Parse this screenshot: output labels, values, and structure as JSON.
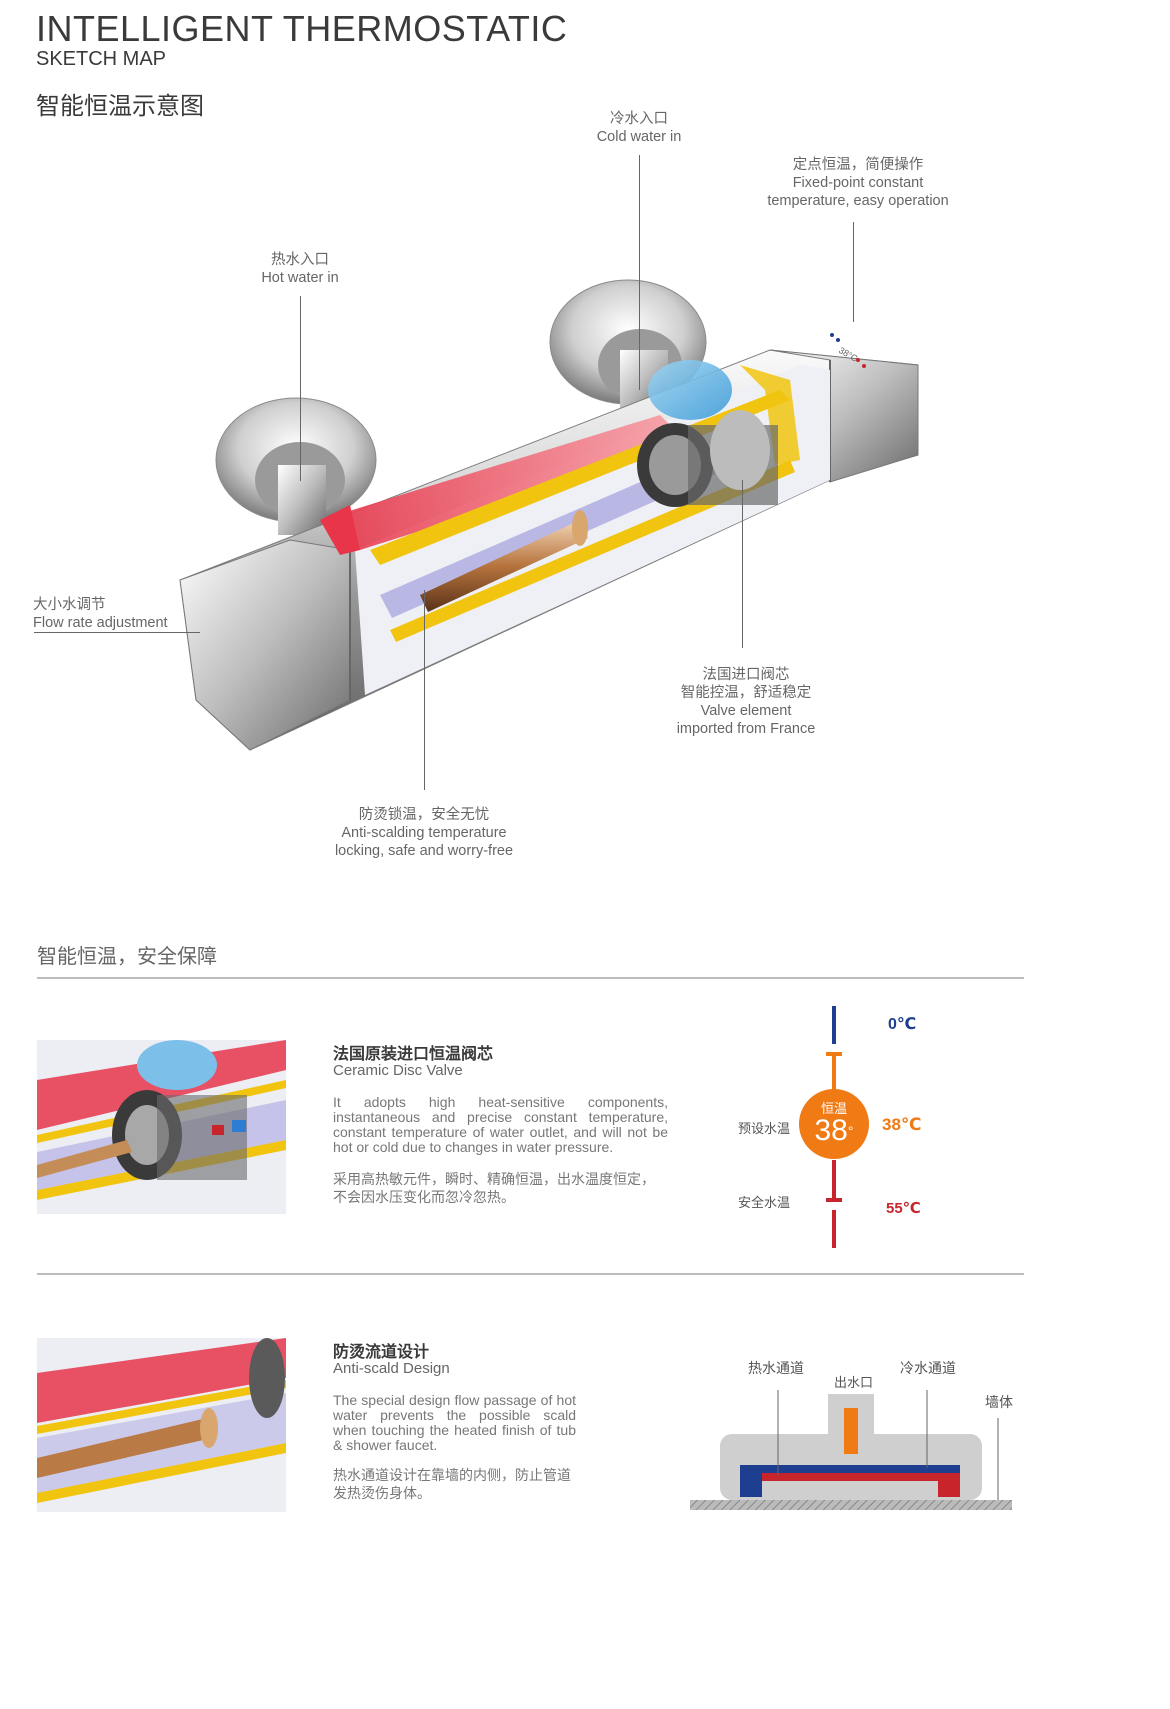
{
  "header": {
    "title": "INTELLIGENT THERMOSTATIC",
    "subtitle": "SKETCH MAP",
    "title_cn": "智能恒温示意图"
  },
  "callouts": {
    "cold_in": {
      "cn": "冷水入口",
      "en": "Cold water in"
    },
    "fixed_point": {
      "cn": "定点恒温，简便操作",
      "en1": "Fixed-point constant",
      "en2": "temperature, easy operation"
    },
    "hot_in": {
      "cn": "热水入口",
      "en": "Hot water in"
    },
    "flow_rate": {
      "cn": "大小水调节",
      "en": "Flow rate adjustment"
    },
    "valve": {
      "cn1": "法国进口阀芯",
      "cn2": "智能控温，舒适稳定",
      "en1": "Valve element",
      "en2": "imported from France"
    },
    "anti_scald": {
      "cn": "防烫锁温，安全无忧",
      "en1": "Anti-scalding temperature",
      "en2": "locking, safe and worry-free"
    }
  },
  "dial_label": "38°C",
  "section": {
    "title": "智能恒温，安全保障"
  },
  "feature1": {
    "title_cn": "法国原装进口恒温阀芯",
    "title_en": "Ceramic Disc Valve",
    "desc_en": "It adopts high heat-sensitive components, instantaneous and precise constant temperature, constant temperature of water outlet, and will not be hot or cold due to changes in water pressure.",
    "desc_cn1": "采用高热敏元件，瞬时、精确恒温，出水温度恒定，",
    "desc_cn2": "不会因水压变化而忽冷忽热。"
  },
  "temp_scale": {
    "zero": "0℃",
    "preset_label": "预设水温",
    "circle_label": "恒温",
    "circle_value": "38",
    "circle_degree": "°",
    "preset": "38℃",
    "safe_label": "安全水温",
    "safe": "55℃",
    "colors": {
      "cold": "#1e3f8f",
      "preset": "#f07a14",
      "safe": "#c8242c"
    }
  },
  "feature2": {
    "title_cn": "防烫流道设计",
    "title_en": "Anti-scald Design",
    "desc_en": "The special design flow passage of hot water prevents the possible scald when touching the heated finish of tub & shower faucet.",
    "desc_cn1": "热水通道设计在靠墙的内侧，防止管道",
    "desc_cn2": "发热烫伤身体。"
  },
  "flow_diagram": {
    "hot_channel": "热水通道",
    "outlet": "出水口",
    "cold_channel": "冷水通道",
    "wall": "墙体"
  }
}
